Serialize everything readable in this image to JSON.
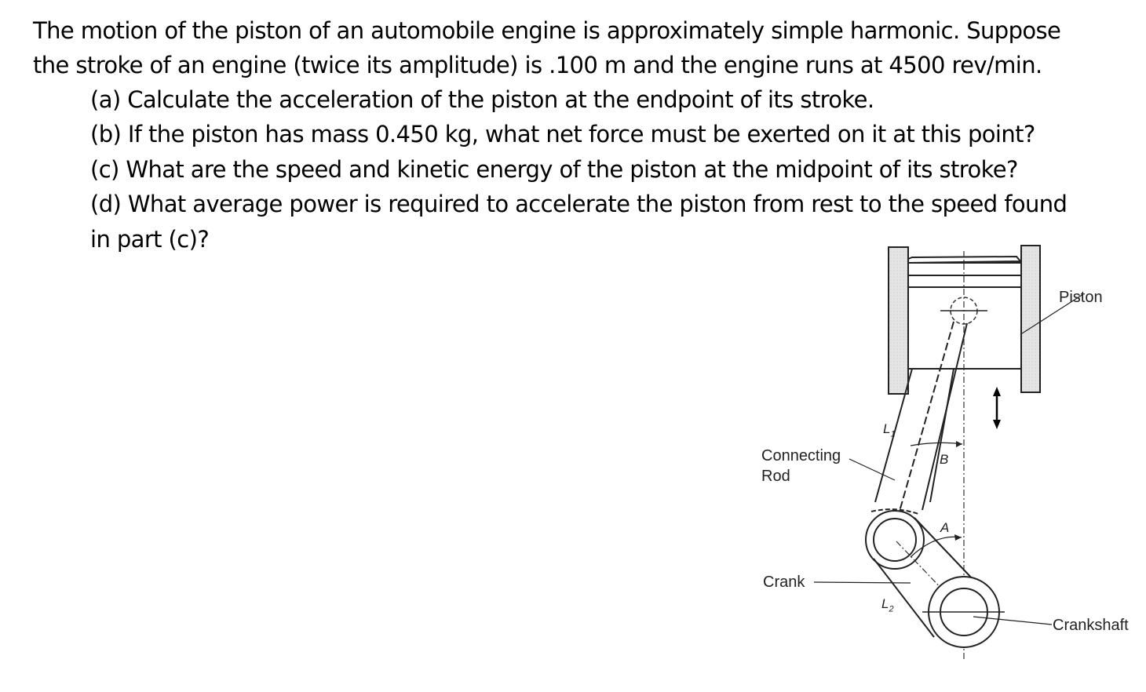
{
  "problem": {
    "intro_line1": "The motion of the piston of an automobile engine is approximately simple harmonic.  Suppose",
    "intro_line2": "the stroke of an engine (twice its amplitude) is .100 m and the engine runs at 4500 rev/min.",
    "parts": [
      {
        "label": "(a) Calculate the acceleration of the piston at the endpoint of its stroke."
      },
      {
        "label": "(b) If the piston has mass 0.450 kg, what net force must be exerted on it at this point?"
      },
      {
        "label": "(c) What are the speed and kinetic energy of the piston at the midpoint of its stroke?"
      },
      {
        "label": "(d) What average power is required to accelerate the piston from rest to the speed found"
      },
      {
        "label": "in part (c)?"
      }
    ]
  },
  "diagram": {
    "labels": {
      "piston": "Piston",
      "connecting_rod_1": "Connecting",
      "connecting_rod_2": "Rod",
      "crank": "Crank",
      "crankshaft": "Crankshaft",
      "l1": "L",
      "l1_sub": "1",
      "l2": "L",
      "l2_sub": "2",
      "angle_a": "A",
      "angle_b": "B"
    }
  }
}
